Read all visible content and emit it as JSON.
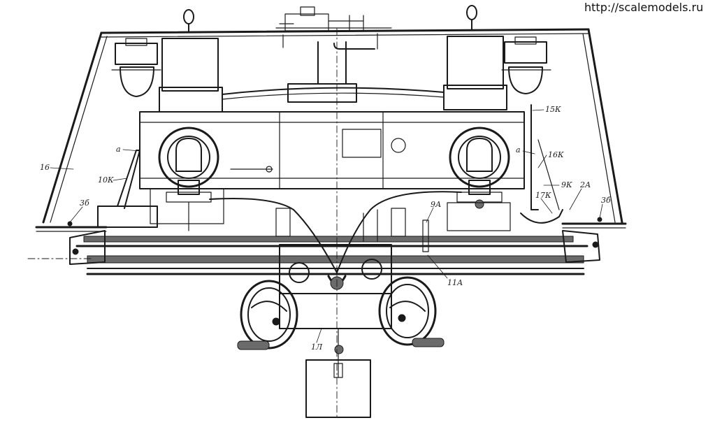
{
  "watermark": "http://scalemodels.ru",
  "callouts": {
    "c16": "16",
    "c10k": "10К",
    "c3b_left": "3б",
    "a_left": "а",
    "a_right": "а",
    "c15k": "15К",
    "c16k": "16К",
    "c9k": "9К",
    "c2a": "2А",
    "c3b_right": "3б",
    "c17k": "17К",
    "c9a": "9А",
    "c11a": "11А",
    "c1l": "1Л"
  }
}
